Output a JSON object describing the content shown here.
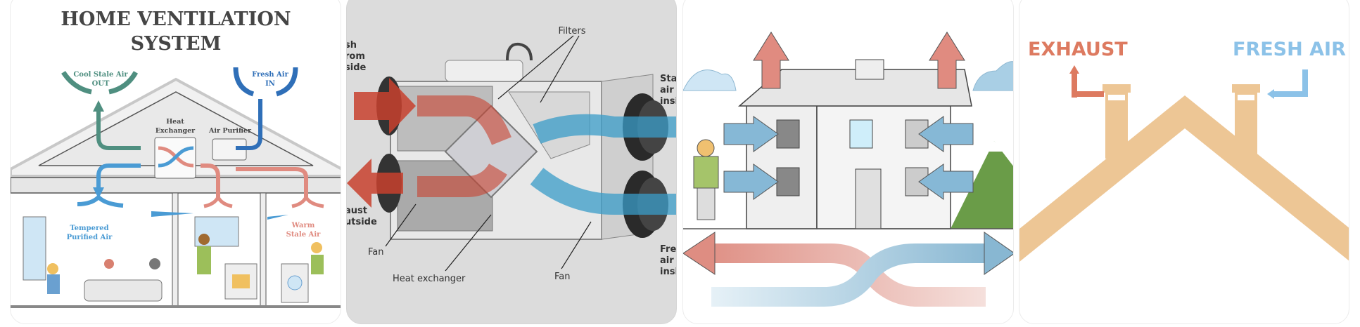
{
  "gallery": {
    "colors": {
      "teal_arrow": "#4f8f80",
      "blue_arrow": "#2f6fb8",
      "light_blue": "#4a9bd4",
      "warm_red": "#e08b80",
      "exhaust_orange": "#dd7a60",
      "fresh_blue": "#8cc2e8",
      "roof_tan": "#edc695",
      "title_gray": "#454545"
    },
    "images": [
      {
        "title_line1": "HOME VENTILATION",
        "title_line2": "SYSTEM",
        "labels": {
          "cool_out_1": "Cool Stale Air",
          "cool_out_2": "OUT",
          "fresh_in_1": "Fresh Air",
          "fresh_in_2": "IN",
          "heat_1": "Heat",
          "heat_2": "Exchanger",
          "purifier": "Air Purifier",
          "tempered_1": "Tempered",
          "tempered_2": "Purified Air",
          "warm_1": "Warm",
          "warm_2": "Stale Air"
        }
      },
      {
        "labels": {
          "fresh_from_1": "sh",
          "fresh_from_2": "rom",
          "fresh_from_3": "side",
          "exhaust_1": "aust",
          "exhaust_2": "utside",
          "filters": "Filters",
          "fan_left": "Fan",
          "heat_exchanger": "Heat exchanger",
          "fan_right": "Fan",
          "stale_1": "Stal",
          "stale_2": "air",
          "stale_3": "insi",
          "fresh_1": "Fres",
          "fresh_2": "air",
          "fresh_3": "insi"
        }
      },
      {
        "description": "House with air flow arrows"
      },
      {
        "labels": {
          "exhaust": "EXHAUST",
          "fresh_air": "FRESH AIR"
        }
      }
    ]
  }
}
